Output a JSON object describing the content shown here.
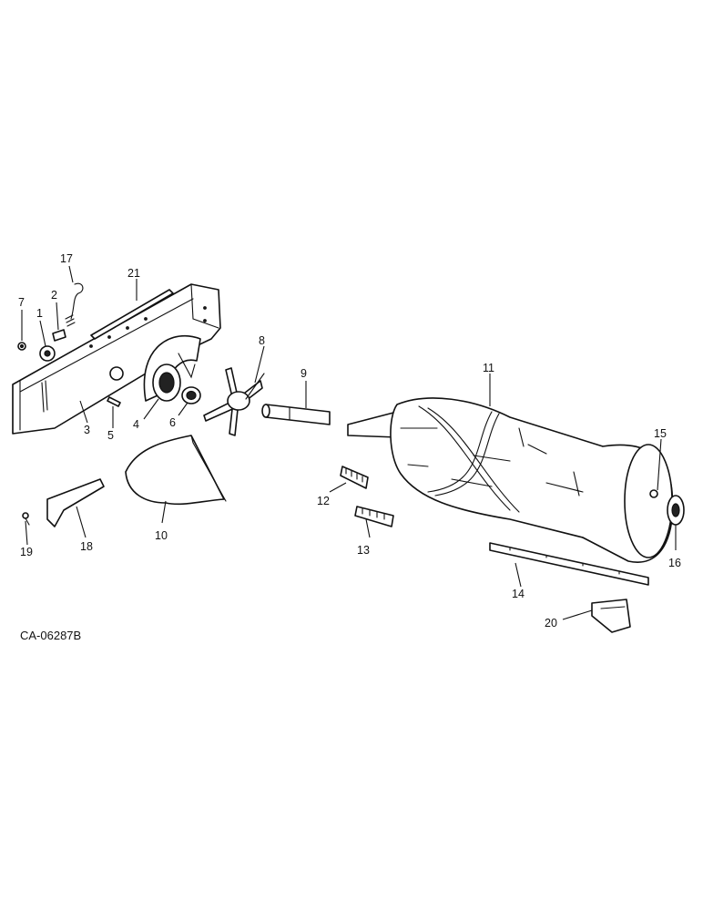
{
  "drawing": {
    "code": "CA-06287B",
    "callouts": {
      "c1": "1",
      "c2": "2",
      "c3": "3",
      "c4": "4",
      "c5": "5",
      "c6": "6",
      "c7": "7",
      "c8": "8",
      "c9": "9",
      "c10": "10",
      "c11": "11",
      "c12": "12",
      "c13": "13",
      "c14": "14",
      "c15": "15",
      "c16": "16",
      "c17": "17",
      "c18": "18",
      "c19": "19",
      "c20": "20",
      "c21": "21"
    }
  }
}
